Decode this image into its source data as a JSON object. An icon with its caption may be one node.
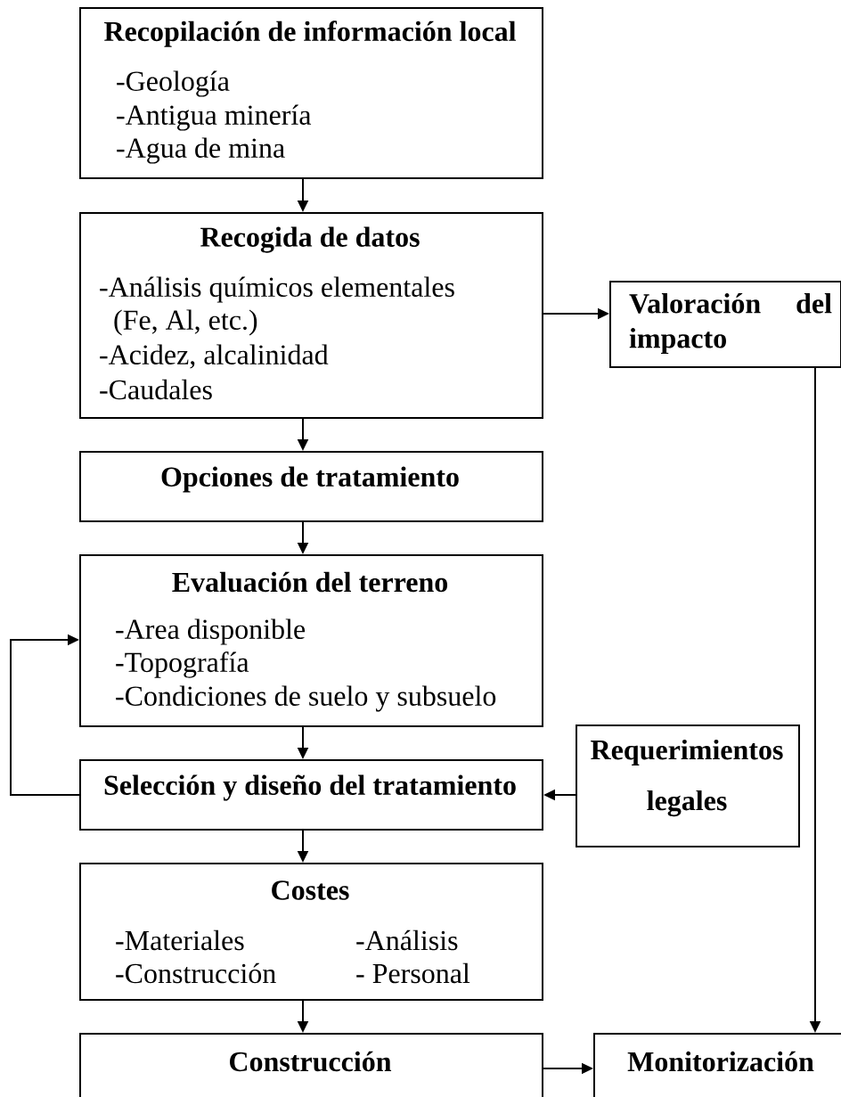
{
  "diagram": {
    "nodes": [
      {
        "text": [
          "Recopilación de información local",
          "-Geología",
          "-Antigua minería",
          "-Agua de mina"
        ]
      },
      {
        "text": [
          "Recogida de datos",
          "-Análisis químicos elementales",
          "(Fe, Al, etc.)",
          "-Acidez, alcalinidad",
          "-Caudales"
        ]
      },
      {
        "text": [
          "Valoración del impacto"
        ]
      },
      {
        "text": [
          "Opciones de tratamiento"
        ]
      },
      {
        "text": [
          "Evaluación del terreno",
          "-Area disponible",
          "-Topografía",
          "-Condiciones de suelo y subsuelo"
        ]
      },
      {
        "text": [
          "Requerimientos legales"
        ]
      },
      {
        "text": [
          "Selección y diseño del tratamiento"
        ]
      },
      {
        "text": [
          "Costes",
          "-Materiales",
          "-Análisis",
          "-Construcción",
          "- Personal"
        ]
      },
      {
        "text": [
          "Construcción"
        ]
      },
      {
        "text": [
          "Monitorización"
        ]
      }
    ],
    "edges": [
      {
        "from": 0,
        "to": 1,
        "arrow": "to"
      },
      {
        "from": 1,
        "to": 2,
        "arrow": "to"
      },
      {
        "from": 1,
        "to": 3,
        "arrow": "to"
      },
      {
        "from": 3,
        "to": 4,
        "arrow": "to"
      },
      {
        "from": 4,
        "to": 6,
        "arrow": "to"
      },
      {
        "from": 6,
        "to": 4,
        "arrow": "to"
      },
      {
        "from": 5,
        "to": 6,
        "arrow": "to"
      },
      {
        "from": 6,
        "to": 7,
        "arrow": "to"
      },
      {
        "from": 7,
        "to": 8,
        "arrow": "to"
      },
      {
        "from": 8,
        "to": 9,
        "arrow": "to"
      },
      {
        "from": 2,
        "to": 9,
        "arrow": "to"
      }
    ]
  }
}
